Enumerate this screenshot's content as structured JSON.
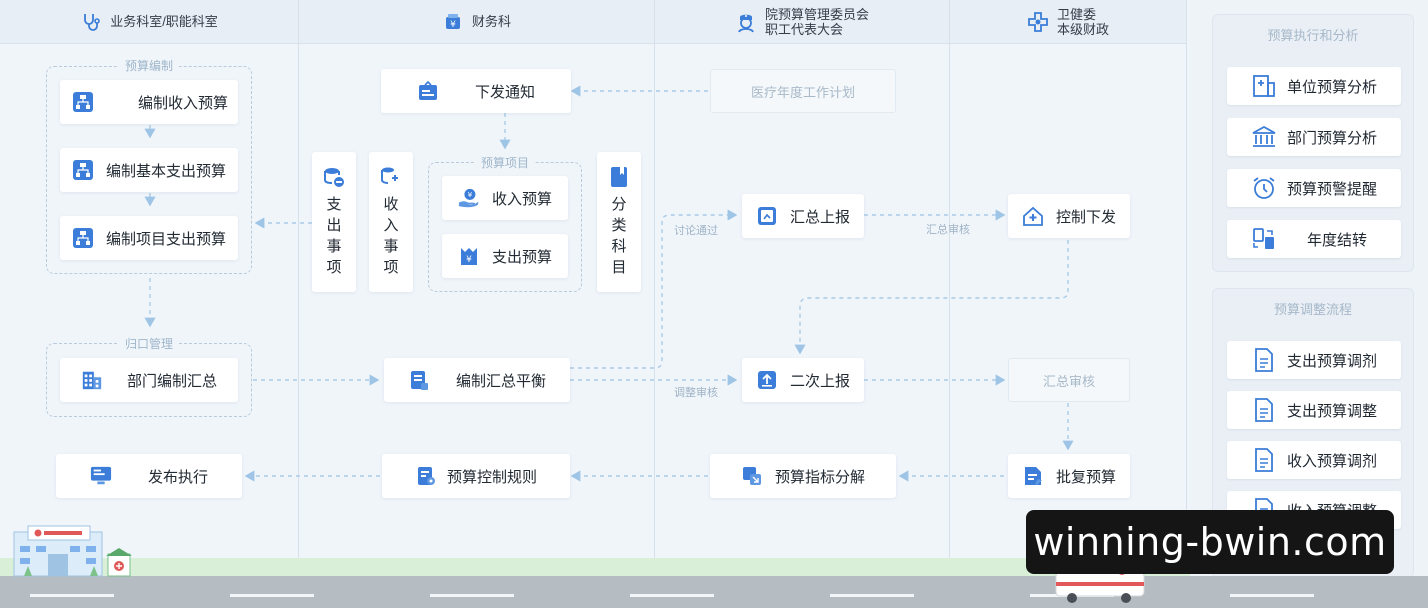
{
  "colors": {
    "accent": "#3b7dd8",
    "arrow": "#9ec4e6",
    "text": "#222a33"
  },
  "lanes": [
    {
      "lines": [
        "业务科室/职能科室"
      ],
      "icon": "stethoscope-icon"
    },
    {
      "lines": [
        "财务科"
      ],
      "icon": "finance-icon"
    },
    {
      "lines": [
        "院预算管理委员会",
        "职工代表大会"
      ],
      "icon": "nurse-icon"
    },
    {
      "lines": [
        "卫健委",
        "本级财政"
      ],
      "icon": "medical-cross-icon"
    }
  ],
  "groups": {
    "budget_prep": "预算编制",
    "centralized": "归口管理",
    "budget_items": "预算项目"
  },
  "nodes": {
    "prep_income": "编制收入预算",
    "prep_basic_expense": "编制基本支出预算",
    "prep_project_expense": "编制项目支出预算",
    "dept_summary": "部门编制汇总",
    "publish": "发布执行",
    "issue_notice": "下发通知",
    "expense_items": [
      "支",
      "出",
      "事",
      "项"
    ],
    "income_items": [
      "收",
      "入",
      "事",
      "项"
    ],
    "income_budget": "收入预算",
    "expense_budget": "支出预算",
    "category_subject": [
      "分",
      "类",
      "科",
      "目"
    ],
    "balance": "编制汇总平衡",
    "control_rules": "预算控制规则",
    "annual_plan": "医疗年度工作计划",
    "summary_report": "汇总上报",
    "second_report": "二次上报",
    "indicator_decompose": "预算指标分解",
    "control_issue": "控制下发",
    "summary_review_node": "汇总审核",
    "approve_budget": "批复预算"
  },
  "edge_labels": {
    "discussion": "讨论通过",
    "summary_review": "汇总审核",
    "adjust_review": "调整审核"
  },
  "panels": {
    "analysis": {
      "title": "预算执行和分析",
      "items": [
        {
          "label": "单位预算分析",
          "icon": "hospital-building-icon"
        },
        {
          "label": "部门预算分析",
          "icon": "institution-icon"
        },
        {
          "label": "预算预警提醒",
          "icon": "alarm-clock-icon"
        },
        {
          "label": "年度结转",
          "icon": "transfer-icon"
        }
      ]
    },
    "adjustment": {
      "title": "预算调整流程",
      "items": [
        {
          "label": "支出预算调剂",
          "icon": "document-icon"
        },
        {
          "label": "支出预算调整",
          "icon": "document-icon"
        },
        {
          "label": "收入预算调剂",
          "icon": "document-icon"
        },
        {
          "label": "收入预算调整",
          "icon": "document-icon"
        }
      ]
    }
  },
  "watermark": "winning-bwin.com"
}
